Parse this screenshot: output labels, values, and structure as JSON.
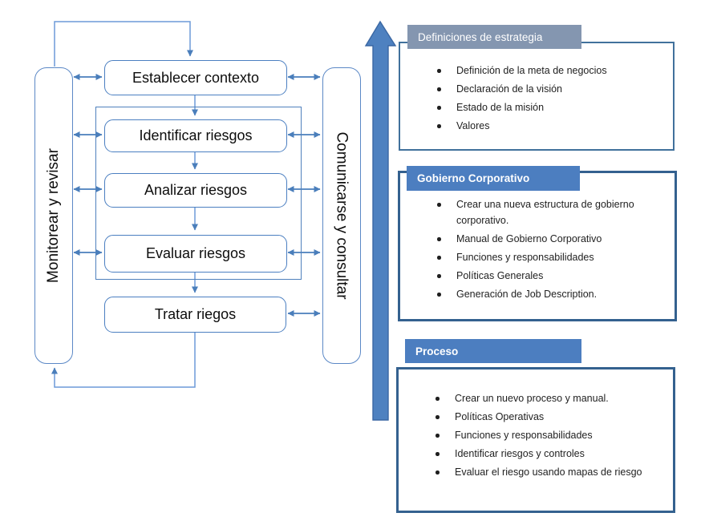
{
  "flowchart": {
    "boxes": {
      "establecer": "Establecer contexto",
      "identificar": "Identificar riesgos",
      "analizar": "Analizar riesgos",
      "evaluar": "Evaluar riesgos",
      "tratar": "Tratar riegos",
      "monitorear": "Monitorear y revisar",
      "comunicarse": "Comunicarse y consultar"
    },
    "colors": {
      "box_border": "#4b7fc1",
      "connector_line": "#6d9ad8",
      "arrowhead": "#4a7ebb",
      "big_arrow_fill": "#4e81c0",
      "big_arrow_border": "#3a67a3"
    }
  },
  "panels": [
    {
      "title": "Definiciones de estrategia",
      "header_color": "#8496b0",
      "border_color": "#41719c",
      "items": [
        "Definición de la meta de negocios",
        "Declaración de la visión",
        "Estado de la misión",
        "Valores"
      ]
    },
    {
      "title": "Gobierno Corporativo",
      "header_color": "#4c7ec0",
      "border_color": "#34618f",
      "items": [
        "Crear una nueva estructura de gobierno corporativo.",
        "Manual de Gobierno Corporativo",
        "Funciones y responsabilidades",
        "Políticas Generales",
        "Generación de Job Description."
      ]
    },
    {
      "title": "Proceso",
      "header_color": "#4c7ec0",
      "border_color": "#34618f",
      "items": [
        "Crear un nuevo proceso y manual.",
        "Políticas Operativas",
        "Funciones y responsabilidades",
        "Identificar riesgos y controles",
        "Evaluar el riesgo usando mapas de riesgo"
      ]
    }
  ]
}
